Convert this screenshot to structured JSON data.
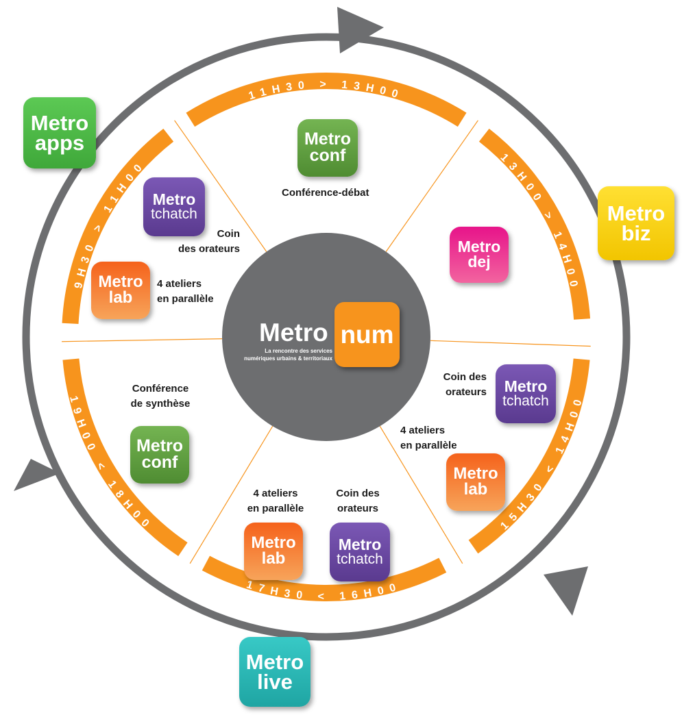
{
  "colors": {
    "ring": "#f7941d",
    "outer_circle": "#6d6e70",
    "center": "#6d6e70",
    "apps": "#4db848",
    "biz": "#f5d400",
    "live": "#26b8b6",
    "conf": "#5f9f3d",
    "tchatch": "#6a4aa0",
    "lab": "#ee6b1c",
    "dej": "#e6258a",
    "num": "#f7941d"
  },
  "time_slots": {
    "top": "11H30 > 13H00",
    "upper_right": "13H00 > 14H00",
    "lower_right": "15H30 < 14H00",
    "bottom": "17H30 < 16H00",
    "lower_left": "19H00 < 18H00",
    "upper_left": "9H30 > 11H00"
  },
  "center": {
    "word": "Metro",
    "badge": "num",
    "tagline_1": "La rencontre des services",
    "tagline_2": "numériques urbains & territoriaux"
  },
  "apps": {
    "apps": {
      "top": "Metro",
      "bottom": "apps"
    },
    "biz": {
      "top": "Metro",
      "bottom": "biz"
    },
    "live": {
      "top": "Metro",
      "bottom": "live"
    },
    "conf_top": {
      "top": "Metro",
      "bottom": "conf"
    },
    "tchatch_ul": {
      "top": "Metro",
      "bottom": "tchatch"
    },
    "lab_ul": {
      "top": "Metro",
      "bottom": "lab"
    },
    "dej": {
      "top": "Metro",
      "bottom": "dej"
    },
    "tchatch_lr": {
      "top": "Metro",
      "bottom": "tchatch"
    },
    "lab_lr": {
      "top": "Metro",
      "bottom": "lab"
    },
    "lab_bottom": {
      "top": "Metro",
      "bottom": "lab"
    },
    "tchatch_bottom": {
      "top": "Metro",
      "bottom": "tchatch"
    },
    "conf_ll": {
      "top": "Metro",
      "bottom": "conf"
    }
  },
  "labels": {
    "conf_debat": "Conférence-débat",
    "ul_coin_1": "Coin",
    "ul_coin_2": "des orateurs",
    "ul_ateliers_1": "4 ateliers",
    "ul_ateliers_2": "en parallèle",
    "lr_coin_1": "Coin des",
    "lr_coin_2": "orateurs",
    "lr_ateliers_1": "4 ateliers",
    "lr_ateliers_2": "en parallèle",
    "b_ateliers_1": "4 ateliers",
    "b_ateliers_2": "en parallèle",
    "b_coin_1": "Coin des",
    "b_coin_2": "orateurs",
    "synth_1": "Conférence",
    "synth_2": "de synthèse"
  }
}
